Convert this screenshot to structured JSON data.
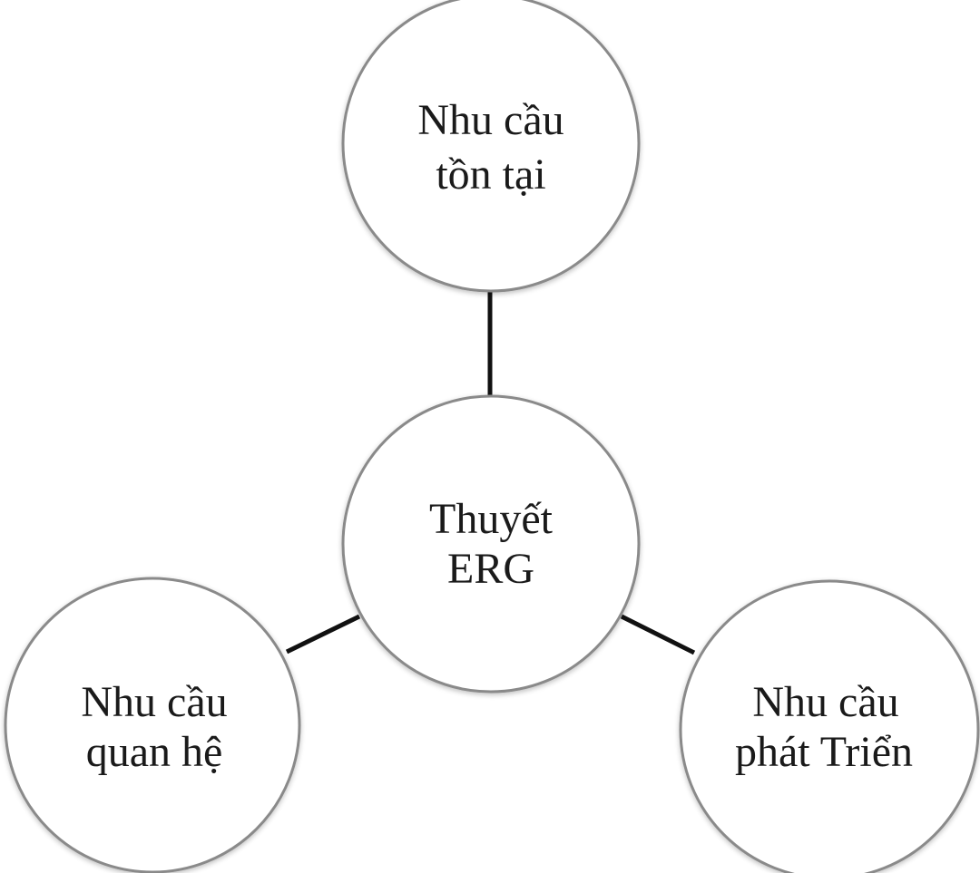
{
  "diagram": {
    "title": "Thuyết ERG",
    "colors": {
      "background": "#ffffff",
      "circle_fill": "#ffffff",
      "circle_stroke": "#8a8a8a",
      "connector": "#111111",
      "text": "#1a1a1a"
    },
    "center_node": {
      "line1": "Thuyết",
      "line2": "ERG"
    },
    "nodes": [
      {
        "position": "top",
        "line1": "Nhu cầu",
        "line2": "tồn tại"
      },
      {
        "position": "bottom-left",
        "line1": "Nhu cầu",
        "line2": "quan hệ"
      },
      {
        "position": "bottom-right",
        "line1": "Nhu cầu",
        "line2": "phát Triển"
      }
    ],
    "edges": [
      {
        "from": "Thuyết ERG",
        "to": "Nhu cầu tồn tại"
      },
      {
        "from": "Thuyết ERG",
        "to": "Nhu cầu quan hệ"
      },
      {
        "from": "Thuyết ERG",
        "to": "Nhu cầu phát Triển"
      }
    ]
  }
}
